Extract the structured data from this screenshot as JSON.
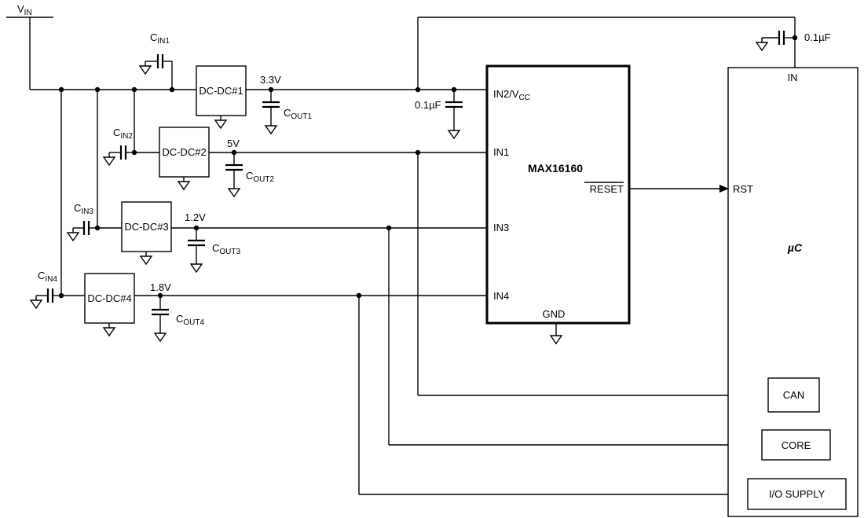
{
  "vin": {
    "main": "V",
    "sub": "IN"
  },
  "cin": [
    {
      "main": "C",
      "sub": "IN1"
    },
    {
      "main": "C",
      "sub": "IN2"
    },
    {
      "main": "C",
      "sub": "IN3"
    },
    {
      "main": "C",
      "sub": "IN4"
    }
  ],
  "converters": [
    "DC-DC#1",
    "DC-DC#2",
    "DC-DC#3",
    "DC-DC#4"
  ],
  "rails": [
    "3.3V",
    "5V",
    "1.2V",
    "1.8V"
  ],
  "cout": [
    {
      "main": "C",
      "sub": "OUT1"
    },
    {
      "main": "C",
      "sub": "OUT2"
    },
    {
      "main": "C",
      "sub": "OUT3"
    },
    {
      "main": "C",
      "sub": "OUT4"
    }
  ],
  "bypass_cap": "0.1µF",
  "supervisor": {
    "name": "MAX16160",
    "pin_in2_main": "IN2/V",
    "pin_in2_sub": "CC",
    "pin_in1": "IN1",
    "pin_in3": "IN3",
    "pin_in4": "IN4",
    "pin_reset": "RESET",
    "pin_gnd": "GND"
  },
  "micro": {
    "name": "µC",
    "pin_in": "IN",
    "pin_rst": "RST",
    "blocks": [
      "CAN",
      "CORE",
      "I/O SUPPLY"
    ]
  }
}
